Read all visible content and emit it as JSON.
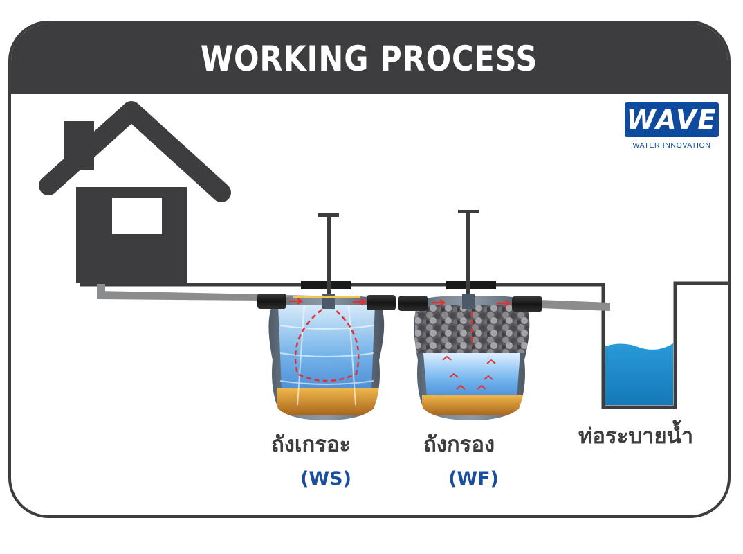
{
  "title": "WORKING PROCESS",
  "logo": {
    "name": "WAVE",
    "tagline": "WATER INNOVATION"
  },
  "tanks": [
    {
      "label": "ถังเกรอะ",
      "code": "(WS)"
    },
    {
      "label": "ถังกรอง",
      "code": "(WF)"
    }
  ],
  "drain": {
    "label": "ท่อระบายน้ำ"
  },
  "colors": {
    "dark": "#3d3d3f",
    "brand": "#0f4a9e",
    "water": "#1a8ccc",
    "flow_arrow": "#e53030",
    "sludge": "#c98a2a"
  }
}
